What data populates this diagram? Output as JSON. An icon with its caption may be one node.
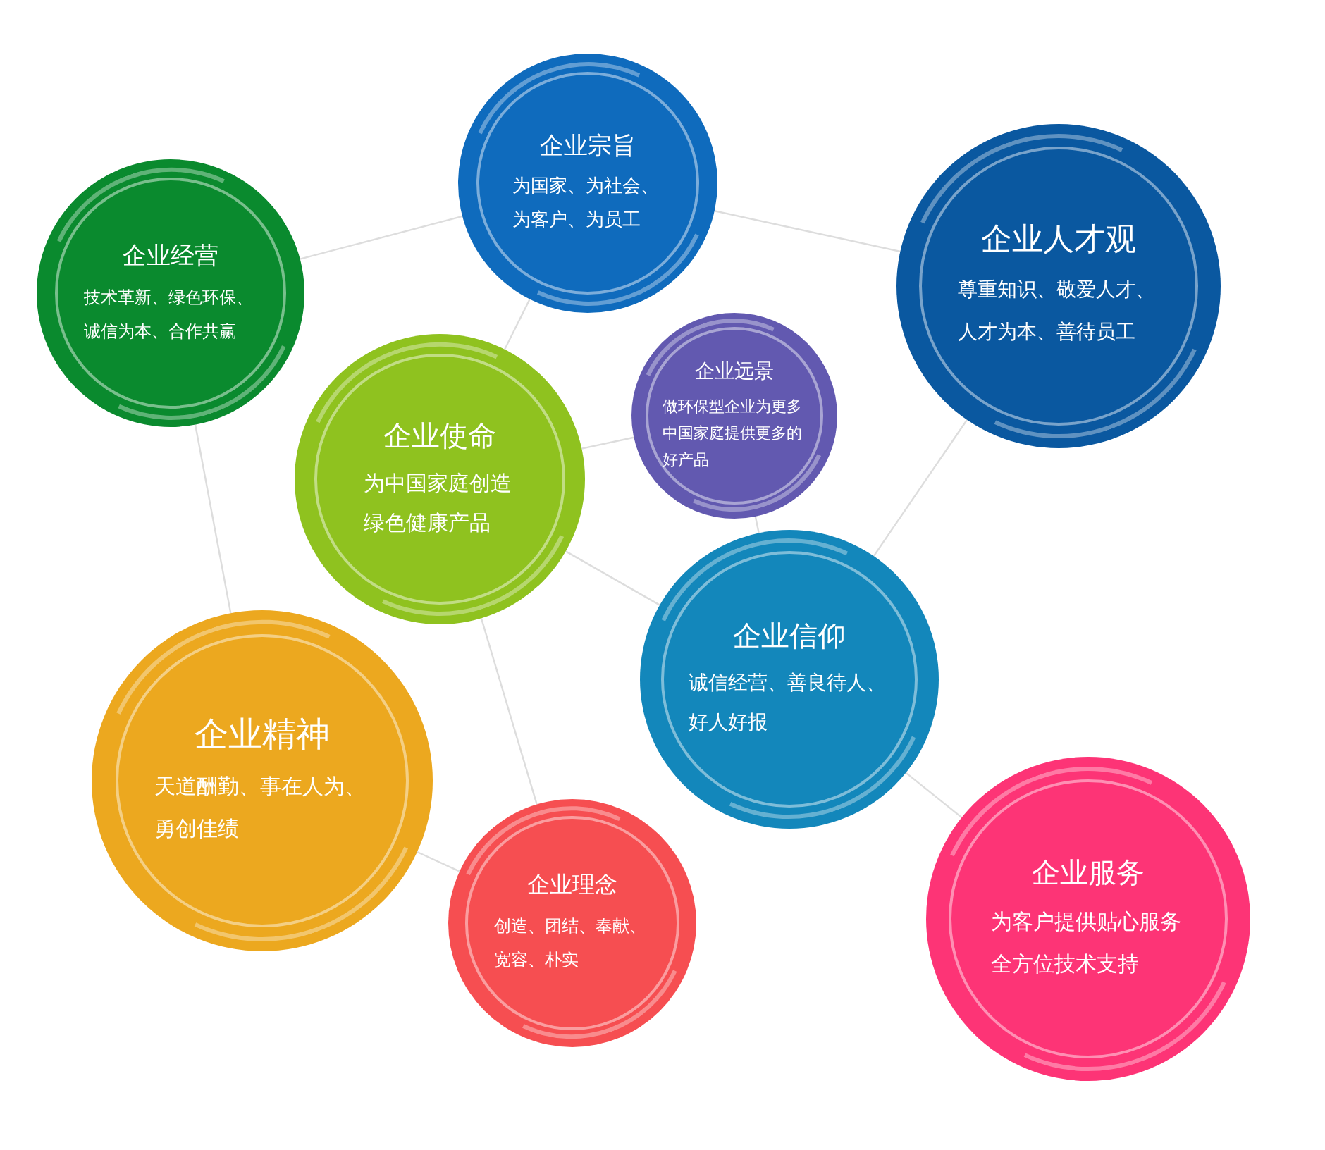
{
  "diagram": {
    "nodes": [
      {
        "text": [
          "企业宗旨",
          "为国家、为社会、为客户、为员工"
        ]
      },
      {
        "text": [
          "企业经营",
          "技术革新、绿色环保、诚信为本、合作共赢"
        ]
      },
      {
        "text": [
          "企业人才观",
          "尊重知识、敬爱人才、人才为本、善待员工"
        ]
      },
      {
        "text": [
          "企业远景",
          "做环保型企业为更多中国家庭提供更多的好产品"
        ]
      },
      {
        "text": [
          "企业使命",
          "为中国家庭创造绿色健康产品"
        ]
      },
      {
        "text": [
          "企业信仰",
          "诚信经营、善良待人、好人好报"
        ]
      },
      {
        "text": [
          "企业精神",
          "天道酬勤、事在人为、勇创佳绩"
        ]
      },
      {
        "text": [
          "企业理念",
          "创造、团结、奉献、宽容、朴实"
        ]
      },
      {
        "text": [
          "企业服务",
          "为客户提供贴心服务全方位技术支持"
        ]
      }
    ],
    "edges": [
      {
        "from": 1,
        "to": 0,
        "arrow": "none"
      },
      {
        "from": 0,
        "to": 2,
        "arrow": "none"
      },
      {
        "from": 0,
        "to": 4,
        "arrow": "none"
      },
      {
        "from": 4,
        "to": 3,
        "arrow": "none"
      },
      {
        "from": 4,
        "to": 5,
        "arrow": "none"
      },
      {
        "from": 4,
        "to": 7,
        "arrow": "none"
      },
      {
        "from": 1,
        "to": 6,
        "arrow": "none"
      },
      {
        "from": 2,
        "to": 5,
        "arrow": "none"
      },
      {
        "from": 3,
        "to": 5,
        "arrow": "none"
      },
      {
        "from": 5,
        "to": 8,
        "arrow": "none"
      },
      {
        "from": 6,
        "to": 7,
        "arrow": "none"
      }
    ]
  }
}
